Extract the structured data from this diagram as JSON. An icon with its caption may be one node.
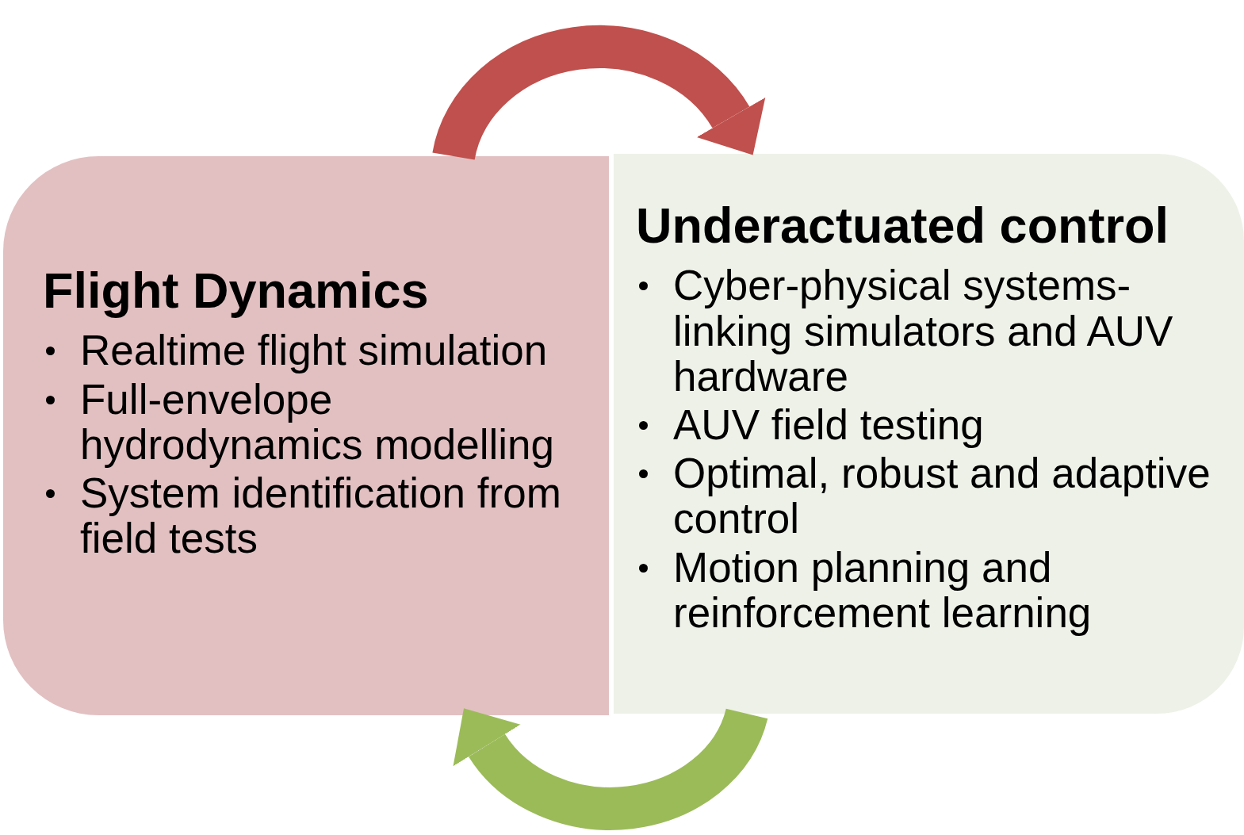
{
  "diagram": {
    "nodes": [
      {
        "text": [
          "Flight Dynamics",
          "Realtime flight simulation",
          "Full-envelope hydrodynamics modelling",
          "System identification from field tests"
        ]
      },
      {
        "text": [
          "Underactuated control",
          "Cyber-physical systems- linking simulators and AUV hardware",
          "AUV field testing",
          "Optimal, robust and adaptive control",
          "Motion planning and reinforcement learning"
        ]
      }
    ],
    "edges": [
      {
        "from": 0,
        "to": 1,
        "arrow": "to",
        "color": "#c0504d"
      },
      {
        "from": 1,
        "to": 0,
        "arrow": "to",
        "color": "#9bbb59"
      }
    ]
  }
}
